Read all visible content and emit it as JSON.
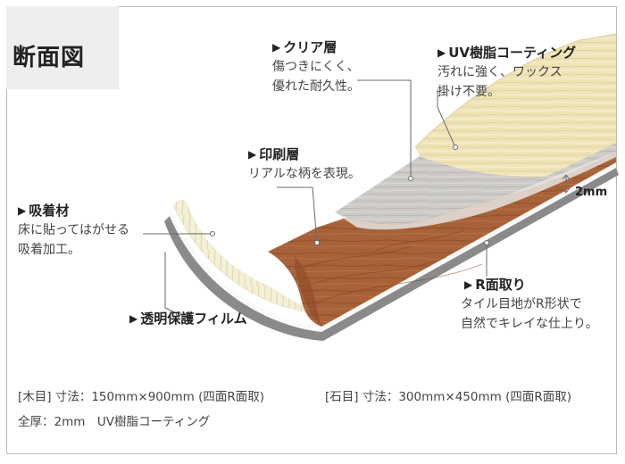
{
  "title": "断面図",
  "layers": {
    "clear": {
      "name": "クリア層",
      "desc": [
        "傷つきにくく、",
        "優れた耐久性。"
      ]
    },
    "uv": {
      "name": "UV樹脂コーティング",
      "desc": [
        "汚れに強く、ワックス",
        "掛け不要。"
      ]
    },
    "print": {
      "name": "印刷層",
      "desc": [
        "リアルな柄を表現。"
      ]
    },
    "adhesive": {
      "name": "吸着材",
      "desc": [
        "床に貼ってはがせる",
        "吸着加工。"
      ]
    },
    "film": {
      "name": "透明保護フィルム"
    },
    "r_edge": {
      "name": "R面取り",
      "desc": [
        "タイル目地がR形状で",
        "自然でキレイな仕上り。"
      ]
    }
  },
  "thickness": "2mm",
  "bullet": "▶",
  "specs": {
    "wood": "[木目] 寸法：150mm×900mm (四面R面取)",
    "stone": "[石目] 寸法：300mm×450mm (四面R面取)",
    "total": "全厚：2mm　UV樹脂コーティング"
  },
  "colors": {
    "wood": "#a8623a",
    "uv_layer": "#efe3b8",
    "print_layer": "#c9c9c9",
    "adhesive_layer": "#f3efd6",
    "base_edge": "#8a8a8a",
    "title_bg": "#eeeeee",
    "leader": "#6a6a6a"
  }
}
